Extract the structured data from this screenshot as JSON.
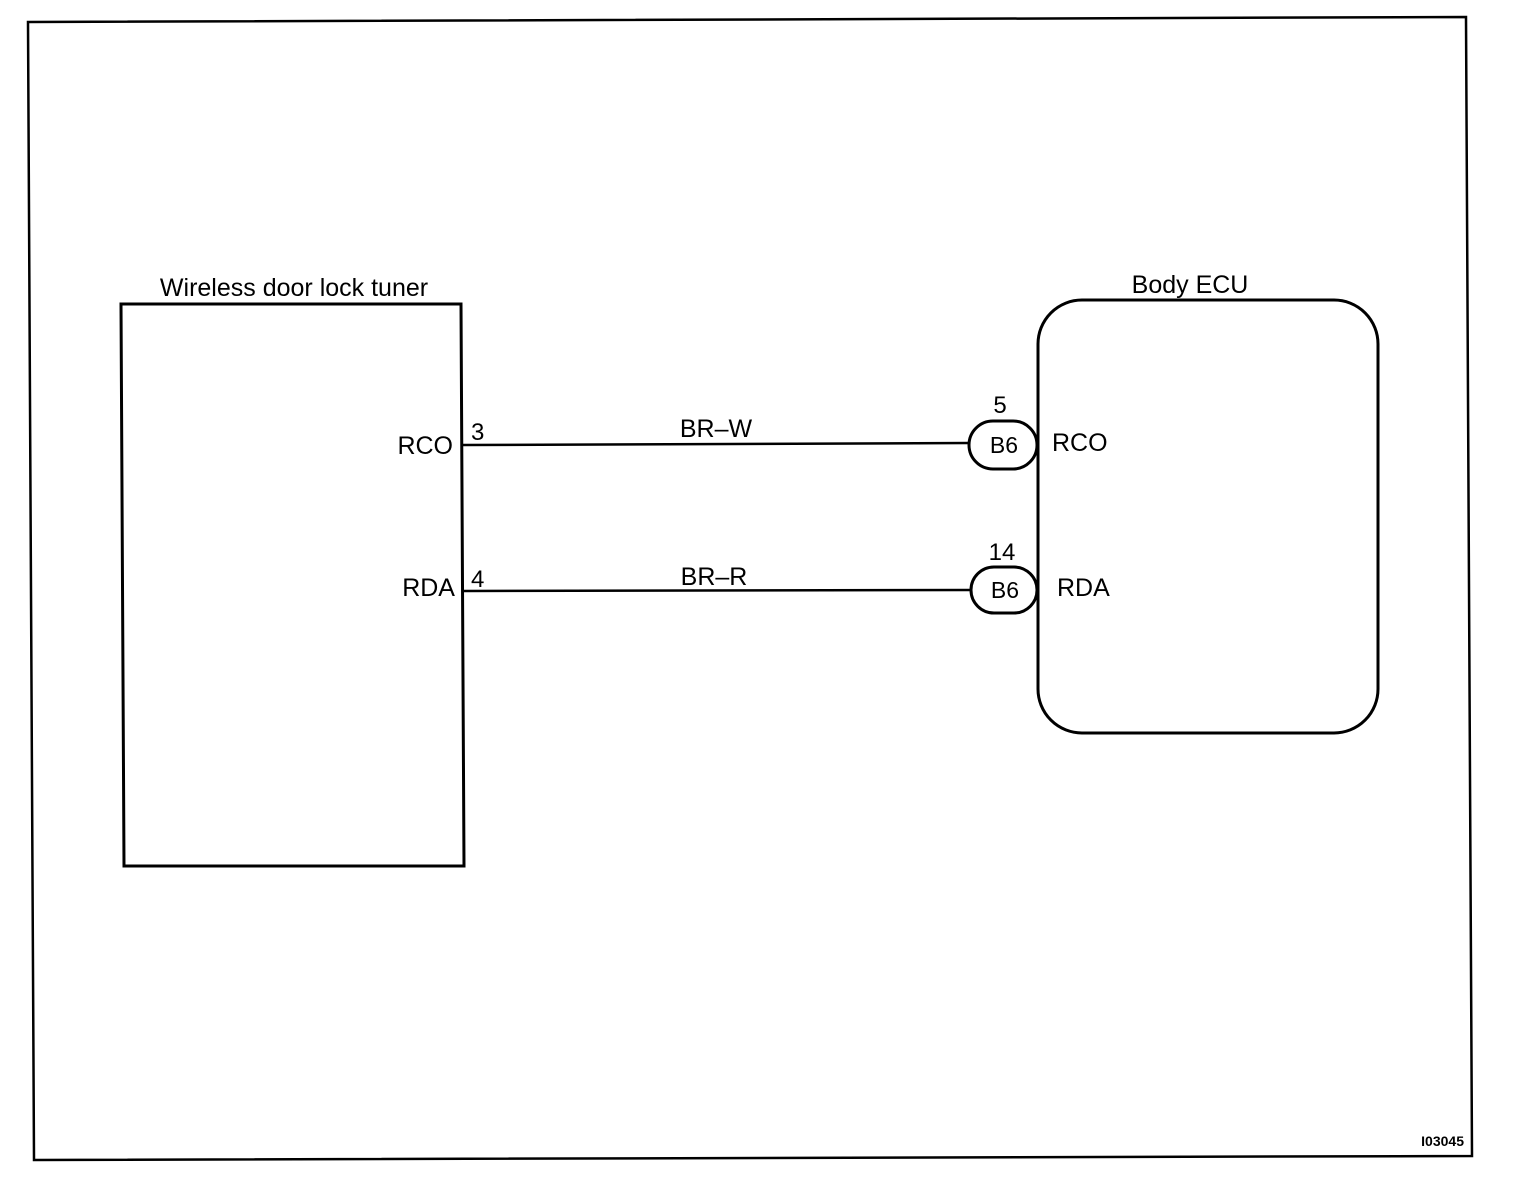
{
  "diagram": {
    "figure_id": "I03045",
    "line_color": "#000000",
    "background_color": "#ffffff",
    "components": {
      "tuner": {
        "title": "Wireless door lock tuner",
        "terminals": [
          {
            "name": "RCO",
            "pin": "3"
          },
          {
            "name": "RDA",
            "pin": "4"
          }
        ]
      },
      "ecu": {
        "title": "Body ECU",
        "terminals": [
          {
            "name": "RCO",
            "pin": "5",
            "connector": "B6"
          },
          {
            "name": "RDA",
            "pin": "14",
            "connector": "B6"
          }
        ]
      }
    },
    "wires": [
      {
        "color_code": "BR–W",
        "from": "RCO",
        "to": "RCO"
      },
      {
        "color_code": "BR–R",
        "from": "RDA",
        "to": "RDA"
      }
    ]
  }
}
